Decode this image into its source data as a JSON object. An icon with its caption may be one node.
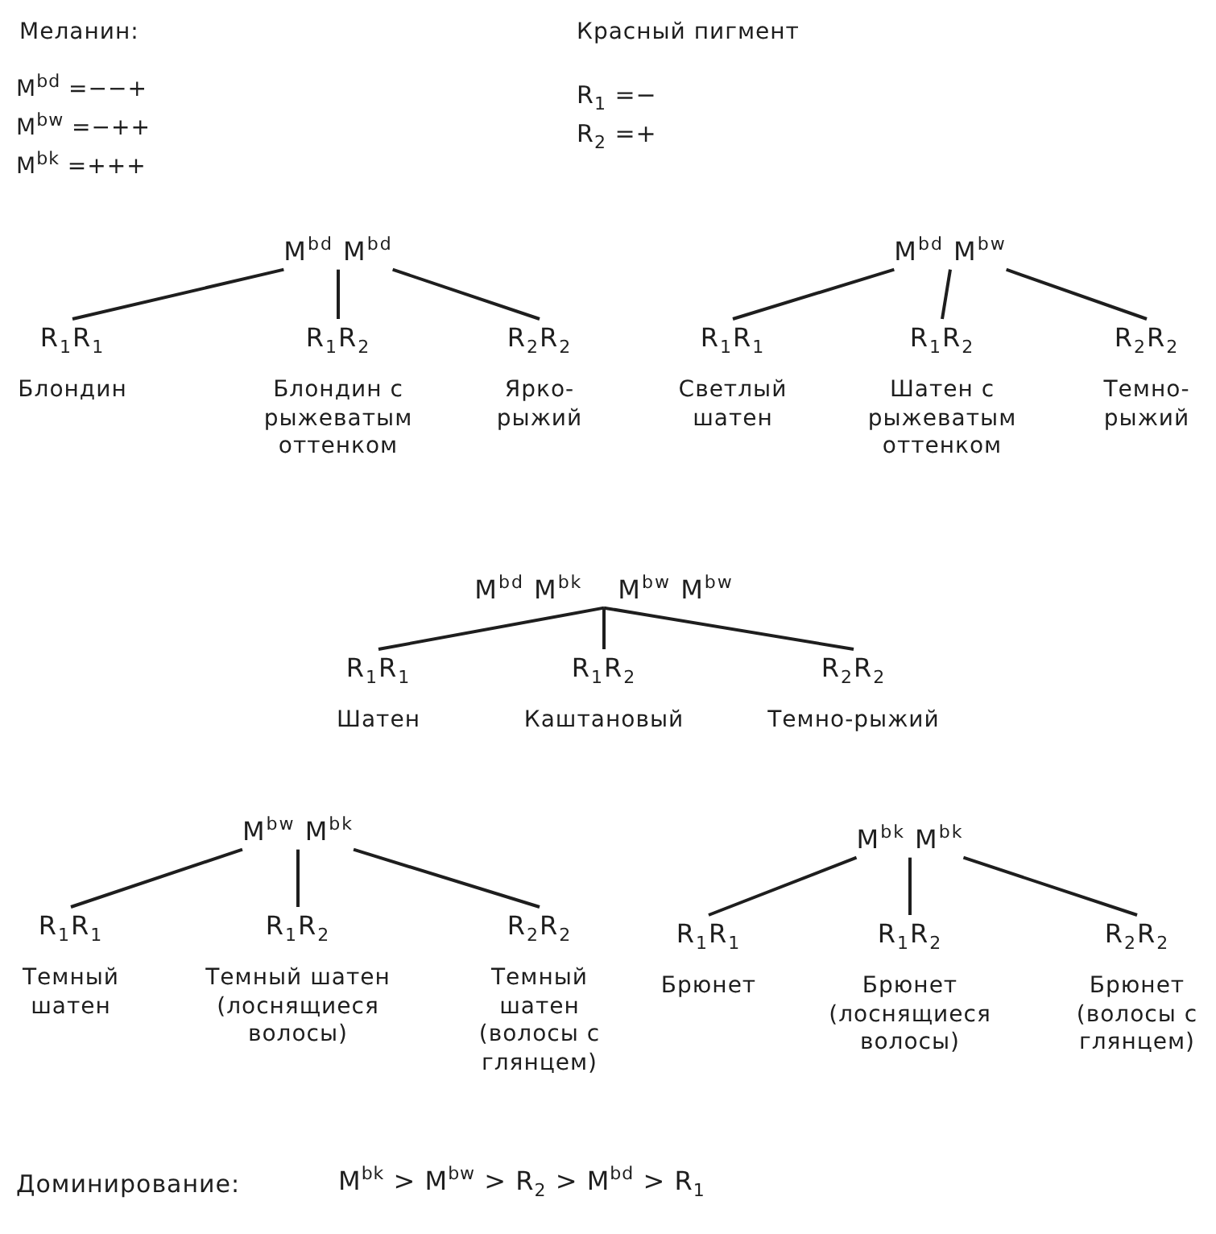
{
  "diagram": {
    "nodes": [
      {
        "text": [
          "M$^{bd}$ M$^{bd}$"
        ]
      },
      {
        "text": [
          "R$_{1}$R$_{1}$",
          "Блондин"
        ]
      },
      {
        "text": [
          "R$_{1}$R$_{2}$",
          "Блондин с рыжеватым оттенком"
        ]
      },
      {
        "text": [
          "R$_{2}$R$_{2}$",
          "Ярко-рыжий"
        ]
      },
      {
        "text": [
          "M$^{bd}$ M$^{bw}$"
        ]
      },
      {
        "text": [
          "R$_{1}$R$_{1}$",
          "Светлый шатен"
        ]
      },
      {
        "text": [
          "R$_{1}$R$_{2}$",
          "Шатен с рыжеватым оттенком"
        ]
      },
      {
        "text": [
          "R$_{2}$R$_{2}$",
          "Темно-рыжий"
        ]
      },
      {
        "text": [
          "M$^{bd}$ M$^{bk}$",
          "M$^{bw}$ M$^{bw}$"
        ]
      },
      {
        "text": [
          "R$_{1}$R$_{1}$",
          "Шатен"
        ]
      },
      {
        "text": [
          "R$_{1}$R$_{2}$",
          "Каштановый"
        ]
      },
      {
        "text": [
          "R$_{2}$R$_{2}$",
          "Темно-рыжий"
        ]
      },
      {
        "text": [
          "M$^{bw}$ M$^{bk}$"
        ]
      },
      {
        "text": [
          "R$_{1}$R$_{1}$",
          "Темный шатен"
        ]
      },
      {
        "text": [
          "R$_{1}$R$_{2}$",
          "Темный шатен (лоснящиеся волосы)"
        ]
      },
      {
        "text": [
          "R$_{2}$R$_{2}$",
          "Темный шатен (волосы с глянцем)"
        ]
      },
      {
        "text": [
          "M$^{bk}$ M$^{bk}$"
        ]
      },
      {
        "text": [
          "R$_{1}$R$_{1}$",
          "Брюнет"
        ]
      },
      {
        "text": [
          "R$_{1}$R$_{2}$",
          "Брюнет (лоснящиеся волосы)"
        ]
      },
      {
        "text": [
          "R$_{2}$R$_{2}$",
          "Брюнет (волосы с глянцем)"
        ]
      }
    ],
    "edges": [
      {
        "from": 0,
        "to": 1,
        "arrow": "none"
      },
      {
        "from": 0,
        "to": 2,
        "arrow": "none"
      },
      {
        "from": 0,
        "to": 3,
        "arrow": "none"
      },
      {
        "from": 4,
        "to": 5,
        "arrow": "none"
      },
      {
        "from": 4,
        "to": 6,
        "arrow": "none"
      },
      {
        "from": 4,
        "to": 7,
        "arrow": "none"
      },
      {
        "from": 8,
        "to": 9,
        "arrow": "none"
      },
      {
        "from": 8,
        "to": 10,
        "arrow": "none"
      },
      {
        "from": 8,
        "to": 11,
        "arrow": "none"
      },
      {
        "from": 12,
        "to": 13,
        "arrow": "none"
      },
      {
        "from": 12,
        "to": 14,
        "arrow": "none"
      },
      {
        "from": 12,
        "to": 15,
        "arrow": "none"
      },
      {
        "from": 16,
        "to": 17,
        "arrow": "none"
      },
      {
        "from": 16,
        "to": 18,
        "arrow": "none"
      },
      {
        "from": 16,
        "to": 19,
        "arrow": "none"
      }
    ],
    "labels": [
      "Меланин:",
      "M$^{bd}$ =−−+",
      "M$^{bw}$ =−++",
      "M$^{bk}$ =+++",
      "Красный пигмент",
      "R$_{1}$ =−",
      "R$_{2}$ =+",
      "Доминирование:",
      "M$^{bk}$ > M$^{bw}$ > R$_{2}$ > M$^{bd}$ > R$_{1}$"
    ]
  }
}
